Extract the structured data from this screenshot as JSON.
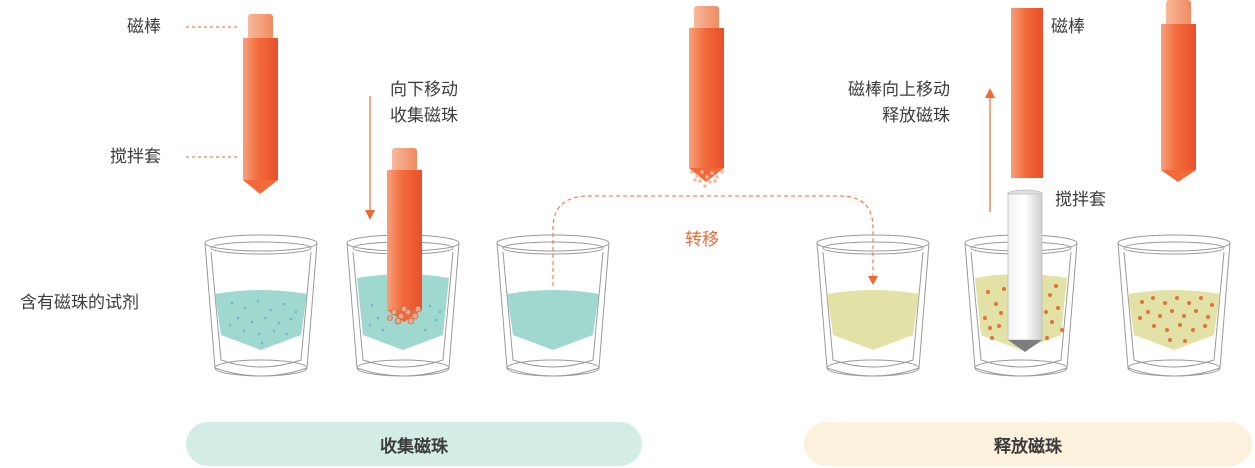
{
  "labels": {
    "rod": "磁棒",
    "sleeve": "搅拌套",
    "reagent": "含有磁珠的试剂",
    "move_down_line1": "向下移动",
    "move_down_line2": "收集磁珠",
    "transfer": "转移",
    "rod_right": "磁棒",
    "move_up_line1": "磁棒向上移动",
    "move_up_line2": "释放磁珠",
    "sleeve_right": "搅拌套"
  },
  "stages": {
    "collect": "收集磁珠",
    "release": "释放磁珠"
  },
  "colors": {
    "rod_orange": "#f05a28",
    "rod_light": "#f7a07a",
    "teal_liquid": "#9fd8cf",
    "yellow_liquid": "#e3e2a6",
    "bead": "#e4703a",
    "collect_pill": "#d3ece6",
    "release_pill": "#fbf1dc",
    "accent": "#ee6a33"
  }
}
